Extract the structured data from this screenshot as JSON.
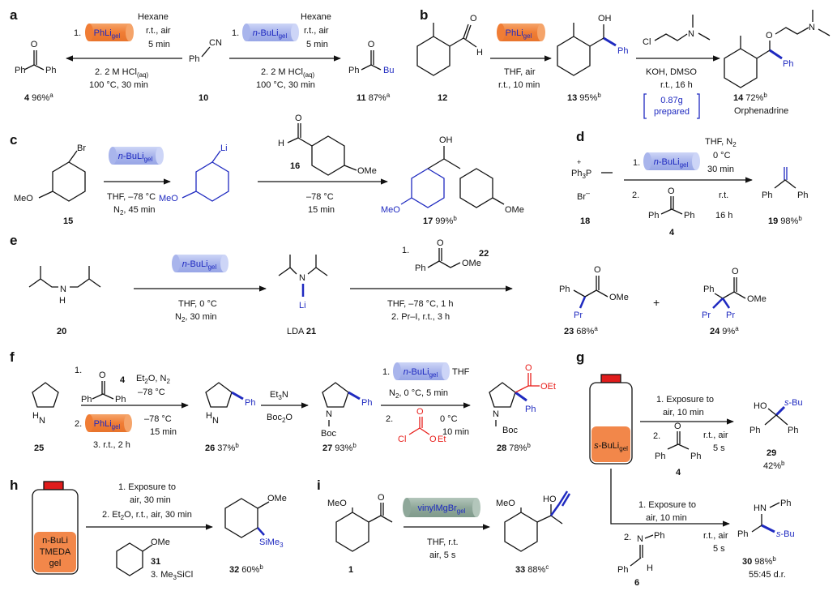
{
  "panels": {
    "a": {
      "letter": "a",
      "left_cyl": "PhLi",
      "left_cyl_sub": "gel",
      "left_step1": "1.",
      "left_cond": [
        "Hexane",
        "r.t., air",
        "5 min"
      ],
      "left_step2": [
        "2. 2 M HCl",
        "(aq)",
        "100 °C, 30 min"
      ],
      "right_cyl_pre": "n",
      "right_cyl_main": "-BuLi",
      "right_cyl_sub": "gel",
      "right_step1": "1.",
      "right_cond": [
        "Hexane",
        "r.t., air",
        "5 min"
      ],
      "right_step2": [
        "2. 2 M HCl",
        "(aq)",
        "100 °C, 30 min"
      ],
      "sm_label": "Ph",
      "sm_cn": "CN",
      "sm_num": "10",
      "p4_ph1": "Ph",
      "p4_ph2": "Ph",
      "p4_num": "4",
      "p4_yield": " 96%",
      "p4_sup": "a",
      "p11_ph": "Ph",
      "p11_bu": "Bu",
      "p11_num": "11",
      "p11_yield": " 87%",
      "p11_sup": "a"
    },
    "b": {
      "letter": "b",
      "cyl": "PhLi",
      "cyl_sub": "gel",
      "cond1": [
        "THF, air",
        "r.t., 10 min"
      ],
      "reagent_cl": "Cl",
      "reagent_n": "N",
      "cond2": [
        "KOH, DMSO",
        "r.t., 16 h"
      ],
      "prepared": [
        "0.87g",
        "prepared"
      ],
      "num12": "12",
      "h12": "H",
      "num13": "13",
      "y13": " 95%",
      "sup13": "b",
      "oh13": "OH",
      "ph13": "Ph",
      "num14": "14",
      "y14": " 72%",
      "sup14": "b",
      "o14": "O",
      "n14": "N",
      "ph14": "Ph",
      "name14": "Orphenadrine"
    },
    "c": {
      "letter": "c",
      "br": "Br",
      "meo15": "MeO",
      "num15": "15",
      "cyl_pre": "n",
      "cyl_main": "-BuLi",
      "cyl_sub": "gel",
      "cond1": [
        "THF, –78 °C",
        "N",
        "2",
        ", 45 min"
      ],
      "li": "Li",
      "meo_int": "MeO",
      "h16": "H",
      "o16": "O",
      "num16": "16",
      "ome16": "OMe",
      "cond2": [
        "–78 °C",
        "15 min"
      ],
      "oh17": "OH",
      "meo17": "MeO",
      "ome17": "OMe",
      "num17": "17",
      "y17": " 99%",
      "sup17": "b"
    },
    "d": {
      "letter": "d",
      "ph3p": "Ph",
      "ph3p_sub": "3",
      "ph3p_p": "P",
      "plus": "+",
      "br": "Br",
      "minus": "–",
      "num18": "18",
      "step1": "1.",
      "cyl_pre": "n",
      "cyl_main": "-BuLi",
      "cyl_sub": "gel",
      "cond1": [
        "THF, N",
        "2",
        "0 °C",
        "30 min"
      ],
      "step2": "2.",
      "ph_a": "Ph",
      "ph_b": "Ph",
      "o4": "O",
      "num4": "4",
      "cond2": [
        "r.t.",
        "16 h"
      ],
      "ph19a": "Ph",
      "ph19b": "Ph",
      "num19": "19",
      "y19": " 98%",
      "sup19": "b"
    },
    "e": {
      "letter": "e",
      "n20": "N",
      "h20": "H",
      "num20": "20",
      "cyl_pre": "n",
      "cyl_main": "-BuLi",
      "cyl_sub": "gel",
      "cond1": [
        "THF, 0 °C",
        "N",
        "2",
        ", 30 min"
      ],
      "n21": "N",
      "li21": "Li",
      "lda": "LDA ",
      "num21": "21",
      "step1": "1.",
      "ph22": "Ph",
      "o22": "O",
      "ome22": "OMe",
      "num22": "22",
      "cond2": [
        "THF, –78 °C, 1 h",
        "2. Pr–I, r.t., 3 h"
      ],
      "ph23": "Ph",
      "o23": "O",
      "ome23": "OMe",
      "pr23": "Pr",
      "num23": "23",
      "y23": " 68%",
      "sup23": "a",
      "plus": "+",
      "ph24": "Ph",
      "o24": "O",
      "ome24": "OMe",
      "pr24a": "Pr",
      "pr24b": "Pr",
      "num24": "24",
      "y24": " 9%",
      "sup24": "a"
    },
    "f": {
      "letter": "f",
      "h25": "H",
      "n25": "N",
      "num25": "25",
      "step1": "1.",
      "o4": "O",
      "num4": "4",
      "ph_a": "Ph",
      "ph_b": "Ph",
      "cond1": [
        "Et",
        "2",
        "O, N",
        "2",
        "–78 °C"
      ],
      "step2": "2.",
      "cyl": "PhLi",
      "cyl_sub": "gel",
      "cond1b": [
        "–78 °C",
        "15 min"
      ],
      "step3": "3. r.t., 2 h",
      "h26": "H",
      "n26": "N",
      "ph26": "Ph",
      "num26": "26",
      "y26": " 37%",
      "sup26": "b",
      "et3n": [
        "Et",
        "3",
        "N"
      ],
      "boc2o": [
        "Boc",
        "2",
        "O"
      ],
      "n27": "N",
      "boc27": "Boc",
      "ph27": "Ph",
      "num27": "27",
      "y27": " 93%",
      "sup27": "b",
      "c1": "1.",
      "cyl_pre": "n",
      "cyl_main": "-BuLi",
      "thf": "THF",
      "cond3": [
        "N",
        "2",
        ", 0 °C, 5 min"
      ],
      "c2": "2.",
      "cl": "Cl",
      "o_a": "O",
      "o_b": "O",
      "et": "Et",
      "cond4": [
        "0 °C",
        "10 min"
      ],
      "n28": "N",
      "boc28": "Boc",
      "ph28": "Ph",
      "o28": "O",
      "oet28": "OEt",
      "num28": "28",
      "y28": " 78%",
      "sup28": "b"
    },
    "g": {
      "letter": "g",
      "bottle_pre": "s",
      "bottle_main": "-BuLi",
      "bottle_sub": "gel",
      "cond1": [
        "1. Exposure to",
        "air, 10 min"
      ],
      "step2": "2.",
      "o4": "O",
      "ph_a": "Ph",
      "ph_b": "Ph",
      "num4": "4",
      "cond2": [
        "r.t., air",
        "5 s"
      ],
      "ho29": "HO",
      "sbu29_pre": "s",
      "sbu29": "-Bu",
      "ph29a": "Ph",
      "ph29b": "Ph",
      "num29": "29",
      "y29": "42%",
      "sup29": "b",
      "cond3": [
        "1. Exposure to",
        "air, 10 min"
      ],
      "step2b": "2.",
      "n6": "N",
      "ph6a": "Ph",
      "ph6b": "Ph",
      "h6": "H",
      "num6": "6",
      "cond4": [
        "r.t., air",
        "5 s"
      ],
      "hn30": "HN",
      "ph30n": "Ph",
      "ph30": "Ph",
      "sbu30_pre": "s",
      "sbu30": "-Bu",
      "num30": "30",
      "y30": " 98%",
      "sup30": "b",
      "dr30": "55:45 d.r."
    },
    "h": {
      "letter": "h",
      "bottle": [
        "n-BuLi",
        "TMEDA",
        "gel"
      ],
      "cond1": [
        "1. Exposure to",
        "air, 30 min",
        "2. Et",
        "2",
        "O, r.t., air, 30 min"
      ],
      "ome31": "OMe",
      "num31": "31",
      "step3": [
        "3. Me",
        "3",
        "SiCl"
      ],
      "ome32": "OMe",
      "sime": "SiMe",
      "sime_sub": "3",
      "num32": "32",
      "y32": " 60%",
      "sup32": "b"
    },
    "i": {
      "letter": "i",
      "meo1": "MeO",
      "o1": "O",
      "num1": "1",
      "cyl": "vinylMgBr",
      "cyl_sub": "gel",
      "cond1": [
        "THF, r.t.",
        "air, 5 s"
      ],
      "meo33": "MeO",
      "ho33": "HO",
      "num33": "33",
      "y33": " 88%",
      "sup33": "c"
    }
  },
  "colors": {
    "blue": "#1f2ac0",
    "red": "#e8201c",
    "orange": "#f07d35",
    "orange_hi": "#f5a46a",
    "blue_cyl": "#a9b5ec",
    "blue_cyl_hi": "#cdd5f7",
    "green_cyl": "#8fa89a",
    "bottle_orange": "#f2874a",
    "cap_red": "#e01c1c"
  }
}
